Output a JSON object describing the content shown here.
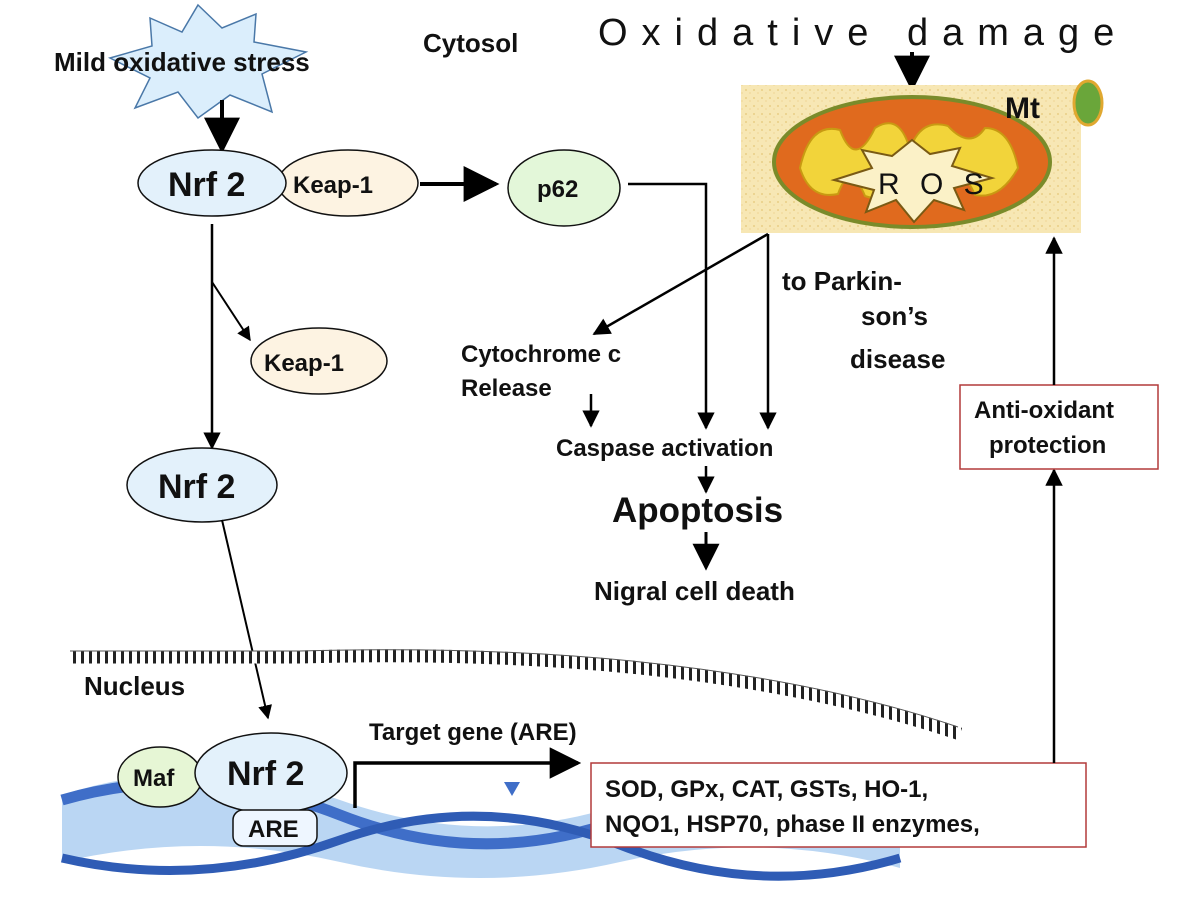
{
  "title": "Oxidative damage",
  "labels": {
    "mild_stress": "Mild oxidative stress",
    "cytosol": "Cytosol",
    "mt": "Mt",
    "ros": "R O S",
    "parkinson_1": "to Parkin-",
    "parkinson_2": "son’s",
    "parkinson_3": "disease",
    "cytochrome_1": "Cytochrome c",
    "cytochrome_2": "Release",
    "caspase": "Caspase activation",
    "apoptosis": "Apoptosis",
    "nigral": "Nigral cell death",
    "nucleus": "Nucleus",
    "target_gene": "Target gene (ARE)"
  },
  "nodes": {
    "nrf2_top": "Nrf 2",
    "keap1_top": "Keap-1",
    "p62": "p62",
    "keap1_mid": "Keap-1",
    "nrf2_mid": "Nrf 2",
    "nrf2_nucleus": "Nrf 2",
    "maf": "Maf",
    "are": "ARE"
  },
  "boxes": {
    "antioxidant_1": "Anti-oxidant",
    "antioxidant_2": "protection",
    "genes_1": "SOD, GPx, CAT, GSTs, HO-1,",
    "genes_2": "NQO1, HSP70, phase II enzymes,"
  },
  "colors": {
    "nrf2_fill": "#e3f1fb",
    "keap1_fill": "#fdf3e2",
    "p62_fill": "#e3f7d9",
    "maf_fill": "#e6f6d5",
    "mito_outer": "#e06a1e",
    "mito_inner": "#f2d43a",
    "box_border": "#b23a3a",
    "dna_blue": "#3f6ec8"
  }
}
